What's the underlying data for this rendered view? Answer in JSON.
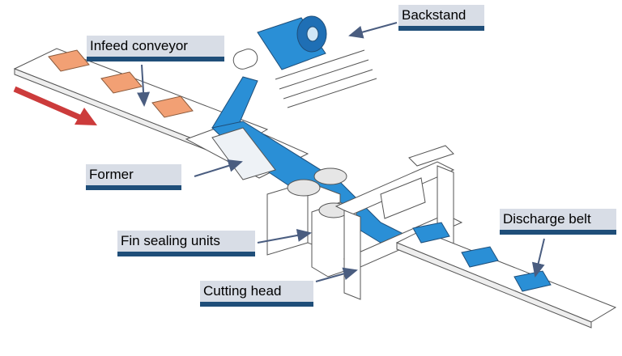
{
  "labels": {
    "backstand": "Backstand",
    "infeed_conveyor": "Infeed conveyor",
    "former": "Former",
    "fin_sealing_units": "Fin sealing units",
    "cutting_head": "Cutting head",
    "discharge_belt": "Discharge belt"
  },
  "colors": {
    "label_bg": "#d8dde6",
    "label_bar": "#1f4e79",
    "film": "#2a8fd6",
    "film_dark": "#1f6fb5",
    "product": "#f2a074",
    "direction_arrow": "#cc3b3b",
    "pointer": "#4a5d80",
    "machine_line": "#555555"
  }
}
